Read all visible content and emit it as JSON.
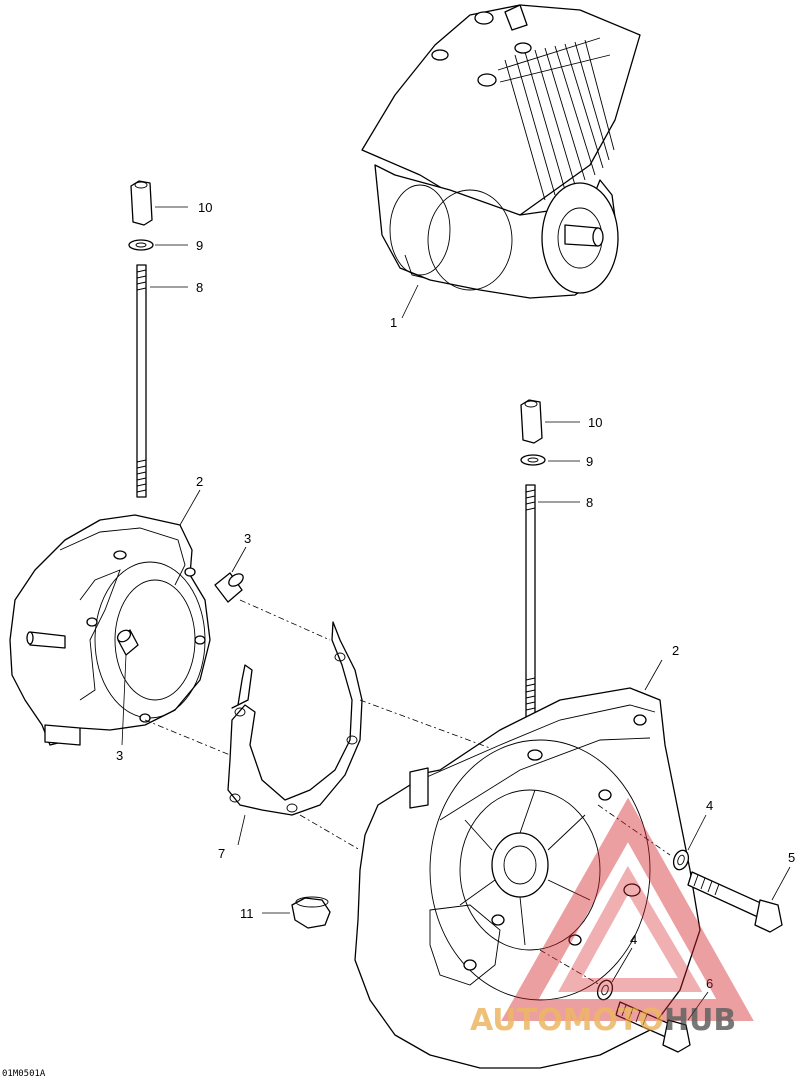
{
  "diagram": {
    "drawing_code": "01M0501A",
    "callouts": {
      "c1": "1",
      "c2a": "2",
      "c2b": "2",
      "c3a": "3",
      "c3b": "3",
      "c4a": "4",
      "c4b": "4",
      "c5": "5",
      "c6": "6",
      "c7": "7",
      "c8a": "8",
      "c8b": "8",
      "c9a": "9",
      "c9b": "9",
      "c10a": "10",
      "c10b": "10",
      "c11": "11"
    }
  },
  "watermark": {
    "text_part1": "AUTOMOTO",
    "text_part2": "HUB",
    "color_primary": "#e8a33c",
    "color_secondary": "#d4242a",
    "color_dark": "#3a3a3a"
  }
}
